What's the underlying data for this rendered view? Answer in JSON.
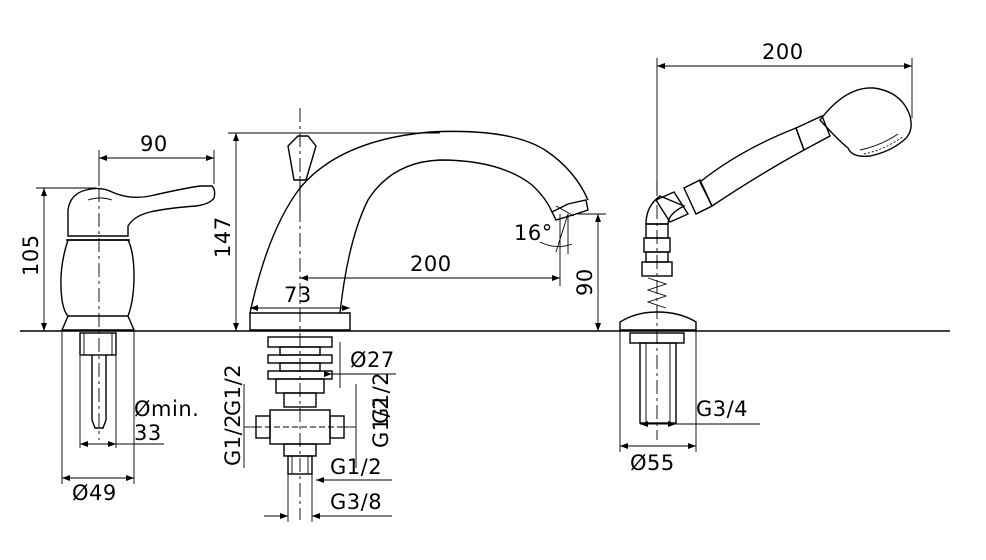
{
  "labels": {
    "lever_width": "90",
    "lever_height": "105",
    "lever_base_diameter": "Ø49",
    "lever_hole_min": "Ømin.",
    "lever_hole_min_value": "33",
    "spout_height": "147",
    "spout_base_width": "73",
    "spout_reach": "200",
    "spout_angle": "16°",
    "spout_outlet_height": "90",
    "spout_nut_diameter": "Ø27",
    "thread_left_upper": "G1/2",
    "thread_left_lower": "G1/2",
    "thread_right_upper": "G1/2",
    "thread_right_lower": "G1/2",
    "thread_bottom_right": "G1/2",
    "thread_outlet": "G3/8",
    "shower_width": "200",
    "shower_thread": "G3/4",
    "shower_base_diameter": "Ø55"
  }
}
